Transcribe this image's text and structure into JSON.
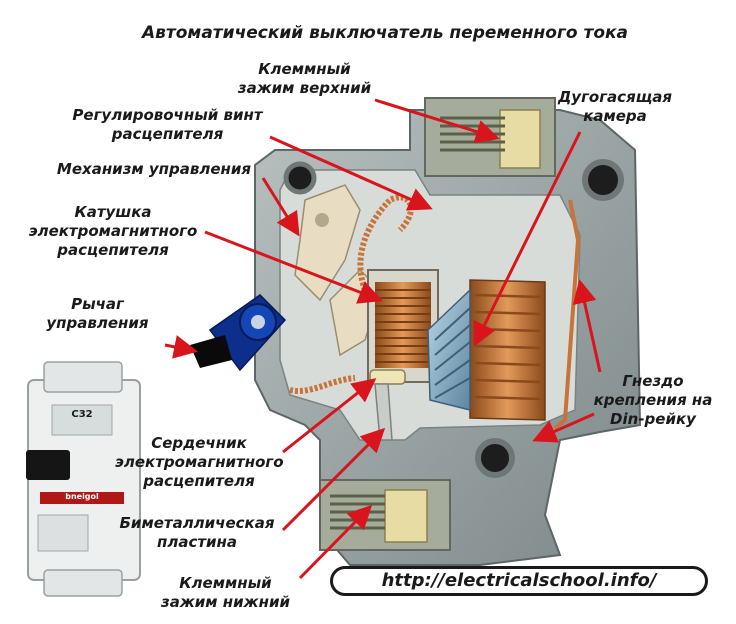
{
  "title": "Автоматический выключатель переменного тока",
  "labels": {
    "terminal_top": [
      "Клеммный",
      "зажим верхний"
    ],
    "adjust_screw": [
      "Регулировочный винт",
      "расцепителя"
    ],
    "mechanism": [
      "Механизм управления"
    ],
    "coil": [
      "Катушка",
      "электромагнитного",
      "расцепителя"
    ],
    "lever": [
      "Рычаг",
      "управления"
    ],
    "arc_chamber": [
      "Дугогасящая",
      "камера"
    ],
    "din_socket": [
      "Гнездо",
      "крепления на",
      "Din-рейку"
    ],
    "core": [
      "Сердечник",
      "электромагнитного",
      "расцепителя"
    ],
    "bimetal": [
      "Биметаллическая",
      "пластина"
    ],
    "terminal_bottom": [
      "Клеммный",
      "зажим нижний"
    ]
  },
  "url": "http://electricalschool.info/",
  "device_markings": {
    "brand": "bneigol",
    "rating": "C32"
  },
  "colors": {
    "arrow": "#d8141c",
    "housing": "#9aa3a3",
    "copper": "#c8733a",
    "text": "#1a1a1a"
  }
}
